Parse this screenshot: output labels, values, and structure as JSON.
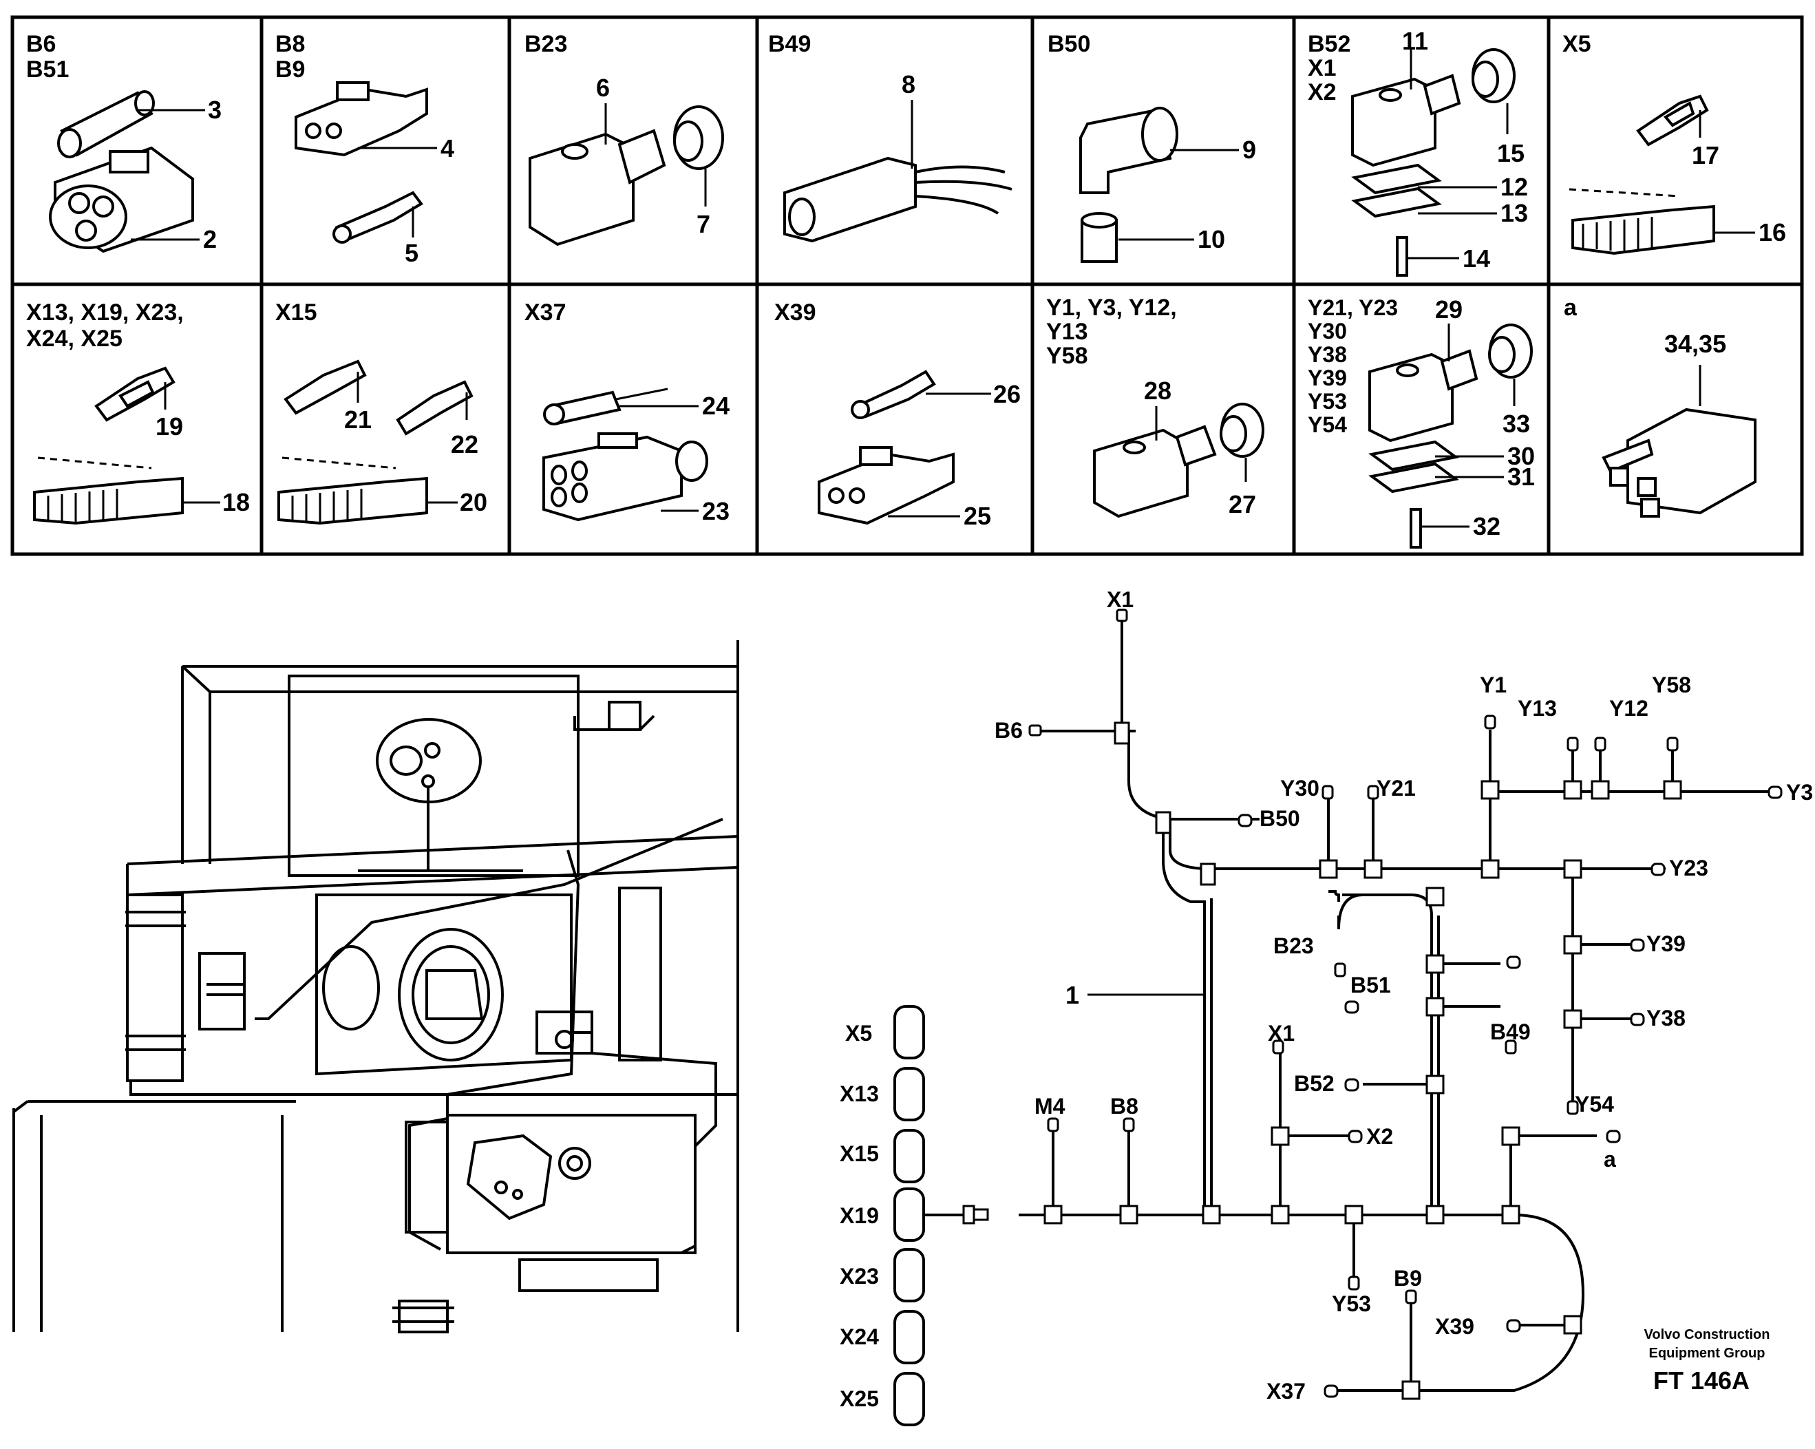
{
  "panels": [
    {
      "title": [
        "B6",
        "B51"
      ],
      "callouts": [
        "3",
        "2"
      ]
    },
    {
      "title": [
        "B8",
        "B9"
      ],
      "callouts": [
        "4",
        "5"
      ]
    },
    {
      "title": [
        "B23"
      ],
      "callouts": [
        "6",
        "7"
      ]
    },
    {
      "title": [
        "B49"
      ],
      "callouts": [
        "8"
      ]
    },
    {
      "title": [
        "B50"
      ],
      "callouts": [
        "9",
        "10"
      ]
    },
    {
      "title": [
        "B52",
        "X1",
        "X2"
      ],
      "callouts": [
        "11",
        "15",
        "12",
        "13",
        "14"
      ]
    },
    {
      "title": [
        "X5"
      ],
      "callouts": [
        "17",
        "16"
      ]
    },
    {
      "title": [
        "X13, X19, X23,",
        "X24, X25"
      ],
      "callouts": [
        "19",
        "18"
      ]
    },
    {
      "title": [
        "X15"
      ],
      "callouts": [
        "21",
        "22",
        "20"
      ]
    },
    {
      "title": [
        "X37"
      ],
      "callouts": [
        "24",
        "23"
      ]
    },
    {
      "title": [
        "X39"
      ],
      "callouts": [
        "26",
        "25"
      ]
    },
    {
      "title": [
        "Y1, Y3, Y12,",
        "Y13",
        "Y58"
      ],
      "callouts": [
        "28",
        "27"
      ]
    },
    {
      "title": [
        "Y21, Y23",
        "Y30",
        "Y38",
        "Y39",
        "Y53",
        "Y54"
      ],
      "callouts": [
        "29",
        "33",
        "30",
        "31",
        "32"
      ]
    },
    {
      "title": [
        "a"
      ],
      "callouts": [
        "34,35"
      ]
    }
  ],
  "harness": {
    "harness_callout": "1",
    "labels": {
      "X1_top": "X1",
      "B6": "B6",
      "B50": "B50",
      "Y30": "Y30",
      "Y21": "Y21",
      "Y1": "Y1",
      "Y13": "Y13",
      "Y12": "Y12",
      "Y58": "Y58",
      "Y3": "Y3",
      "Y23": "Y23",
      "B23": "B23",
      "Y39": "Y39",
      "B51": "B51",
      "Y38": "Y38",
      "X1_mid": "X1",
      "B52": "B52",
      "B49": "B49",
      "Y54": "Y54",
      "M4": "M4",
      "B8": "B8",
      "X2": "X2",
      "a": "a",
      "Y53": "Y53",
      "B9": "B9",
      "X39": "X39",
      "X37": "X37"
    },
    "side_connectors": [
      "X5",
      "X13",
      "X15",
      "X19",
      "X23",
      "X24",
      "X25"
    ]
  },
  "footer": {
    "company_line1": "Volvo Construction",
    "company_line2": "Equipment Group",
    "code": "FT 146A"
  }
}
